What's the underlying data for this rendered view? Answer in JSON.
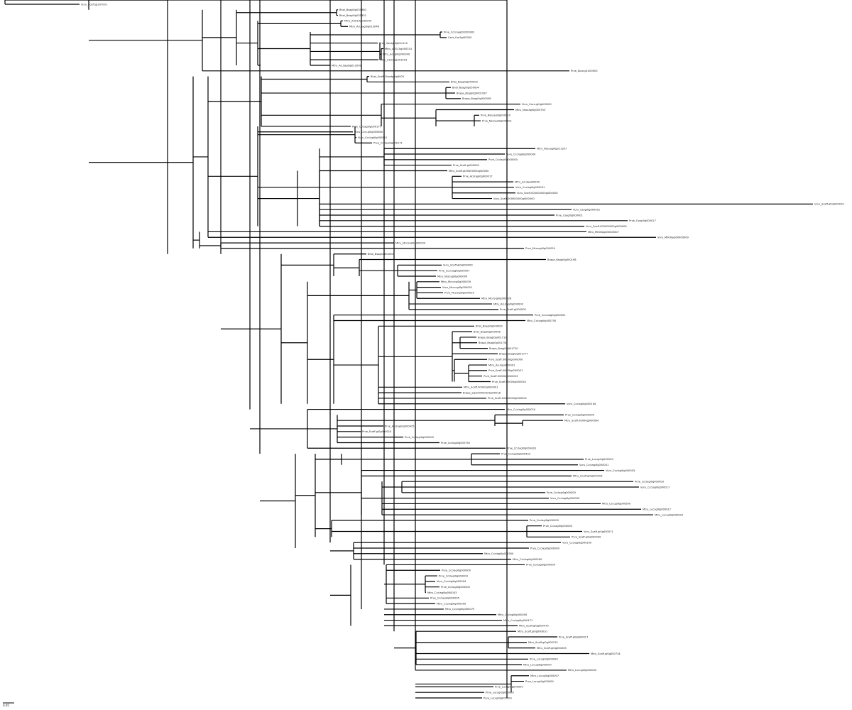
{
  "tree": {
    "leaves": [
      "Vuru_Scaff.gi207001",
      "Bhol_Bsagi0g030980",
      "Bhol_Bsagi0g035302",
      "Mtru_A3G10g030000",
      "Mtru_Acutagi0g013046",
      "Prve_Cccroagi00200001",
      "Csat_Csa5gi00000",
      "Prve_Vavagi0g001110",
      "Mtru_A2G10g000314",
      "Mtru_Acugi0g000340",
      "Mtru_A2G10g001003",
      "Mtru_Acutagi0g012000",
      "Prve_Alcocg1000005",
      "Bhol_Scaff.Cloodgi0g0000",
      "Bhol_Bsagi0g050003",
      "Bhol_Bsagi0g050004",
      "Brapa_Bsagi0g0001997",
      "Brapa_Bsagi0g000008",
      "Vuru_Cacu.gi0g000000",
      "Mtru_Nsscagi0g000703",
      "Prve_Nsscagi0g000010",
      "Prve_Nsscagi0g000001",
      "Prve_Ccclagi0g000177",
      "Vuru_Cccl.gi0g000800",
      "Vuru_Ccclagi0g000011",
      "Prve_Ccclagi0g000171",
      "Mtru_Nsscagi0g011307",
      "Vuru_Ccclagi0g000000",
      "Prve_Ccclagi0g000000",
      "Prve_Scaff.gi000000",
      "Mtru_Scaff.gi00000000gi00000",
      "Prve_Acutagi0g000017",
      "Mtru_Acutagi00000",
      "Vuru_Ccclagi0g000001",
      "Vuru_Scaff.000000000gi000000",
      "Vuru_Scaff.000000000gi000000",
      "Vuru_Scaff.gi0g000010",
      "Vuru_Csagi0g000001",
      "Prve_Csagi0g000001",
      "Prve_Csagi0g000017",
      "Vuru_Scaff.000000000gi000000",
      "Mtru_M000agi00000007",
      "Vuru_M000agi00000009",
      "Mtru_Mccorgi0g000020",
      "Prve_Mccorgi0g000020",
      "Bhol_Bsagi0g000000",
      "Brapa_Bsagi0g000196",
      "Vuru_Scaff.gi0g000000",
      "Prve_Cccroagi0g000007",
      "Mtru_Nsscagi0g000000",
      "Mtru_Mcccrgi0g000029",
      "Vuru_Mcccrgi0g000001",
      "Prve_Mccorgi0g000020",
      "Mtru_Mccorgi0g000026",
      "Mtru_Acutagi0g000000",
      "Prve_Scaff.gi000000",
      "Prve_Cccroagi0g000001",
      "Mtru_Ccclagi0g000750",
      "Bhol_Bsagi0g000000",
      "Bhol_Bsagi0g000008",
      "Brapa_Bsagi0g001713",
      "Brapa_Bsagi0g001750",
      "Brapa_Bsagi0g001720",
      "Brapa_Bsagi0g001777",
      "Prve_Scaff.00000gi000000",
      "Mtru_Acutagi000001",
      "Prve_Scaff.00000gi000001",
      "Prve_Scaff.00000gi000003",
      "Prve_Scaff.00000gi000001",
      "Mtru_Scaff.00000gi000001",
      "Brapa_Squi000000c0gi00018",
      "Prve_Scaff.00000000gi000001",
      "Vuru_Ccclagi0g000184",
      "Mtru_Ccclagi0g000010",
      "Prve_Ccclagi0g000000",
      "Mtru_Scaff.00000gi000000",
      "Prve_Acutagi0g000425",
      "Prve_Scaff.gi0g000015",
      "Prve_Ccclagi0g000009",
      "Prve_Ccclagi0g000750",
      "Prve_Ccclagi0g000433",
      "Prve_Ccclagi0g000433",
      "Prve_Lucugi0g000200",
      "Vuru_Ccclagi0g000001",
      "Vuru_Ccclagi0g000003",
      "Mtru_Scaff.gi0g000304",
      "Prve_Ccclagi0g000003",
      "Vuru_Ccclagi0g000017",
      "Prve_Ccclagi0g000000",
      "Vuru_Ccclagi0g000000",
      "Mtru_Lucugi0g000500",
      "Mtru_Lucugi0g000017",
      "Mtru_Lucugi0g000009",
      "Prve_Ccclagi0g000000",
      "Prve_Ccclagi0g000000",
      "Vuru_Scaff.gi0g000071",
      "Prve_Scaff.gi0g000000",
      "Vuru_Ccclagi0g000100",
      "Prve_Ccclagi0g000000",
      "Mtru_Ccclagi0g000300",
      "Mtru_Ccclagi0g000000",
      "Prve_Ccclagi0g000000",
      "Prve_Ccclagi0g000000",
      "Prve_Ccclagi0g000003",
      "Vuru_Ccclagi0g000004",
      "Prve_Ccclagi0g000000",
      "Mtru_Ccclagi0g000003",
      "Prve_Ccclagi0g000005",
      "Mtru_Ccclagi0g000000",
      "Mtru_Ccclagi0g000075",
      "Mtru_Ccclagi0g000000",
      "Mtru_Ccclagi0g000471",
      "Mtru_Scaff.gi0g000470",
      "Mtru_Scaff.gi0g000010",
      "Prve_Scaff.gi0g000017",
      "Mtru_Scaff.gi0g000215",
      "Mtru_Scaff.gi0g000003",
      "Mtru_Scaff.gi0g000734",
      "Prve_Lucugi0g000000",
      "Mtru_Lucugi0g000007",
      "Mtru_Lucugi0g000000",
      "Mtru_Lucugi0g000007",
      "Prve_Lucugi0g000000",
      "Prve_Lucugi0g000000",
      "Prve_Lucugi0g000000",
      "Prve_Lucugi0g000000"
    ],
    "scale_label": "0.05"
  }
}
